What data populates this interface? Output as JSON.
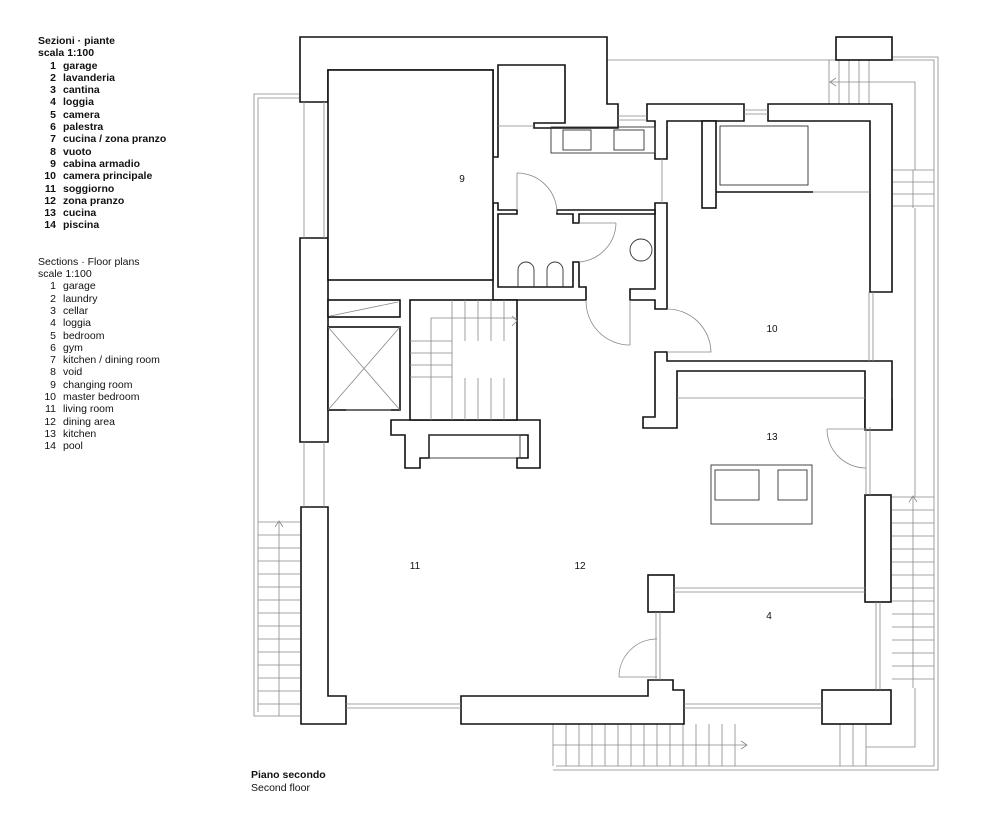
{
  "legend_it": {
    "title": "Sezioni · piante",
    "scale": "scala 1:100",
    "items": [
      {
        "n": "1",
        "label": "garage"
      },
      {
        "n": "2",
        "label": "lavanderia"
      },
      {
        "n": "3",
        "label": "cantina"
      },
      {
        "n": "4",
        "label": "loggia"
      },
      {
        "n": "5",
        "label": "camera"
      },
      {
        "n": "6",
        "label": "palestra"
      },
      {
        "n": "7",
        "label": "cucina / zona pranzo"
      },
      {
        "n": "8",
        "label": "vuoto"
      },
      {
        "n": "9",
        "label": "cabina armadio"
      },
      {
        "n": "10",
        "label": "camera principale"
      },
      {
        "n": "11",
        "label": "soggiorno"
      },
      {
        "n": "12",
        "label": "zona pranzo"
      },
      {
        "n": "13",
        "label": "cucina"
      },
      {
        "n": "14",
        "label": "piscina"
      }
    ]
  },
  "legend_en": {
    "title": "Sections · Floor plans",
    "scale": "scale 1:100",
    "items": [
      {
        "n": "1",
        "label": "garage"
      },
      {
        "n": "2",
        "label": "laundry"
      },
      {
        "n": "3",
        "label": "cellar"
      },
      {
        "n": "4",
        "label": "loggia"
      },
      {
        "n": "5",
        "label": "bedroom"
      },
      {
        "n": "6",
        "label": "gym"
      },
      {
        "n": "7",
        "label": "kitchen / dining room"
      },
      {
        "n": "8",
        "label": "void"
      },
      {
        "n": "9",
        "label": "changing room"
      },
      {
        "n": "10",
        "label": "master bedroom"
      },
      {
        "n": "11",
        "label": "living room"
      },
      {
        "n": "12",
        "label": "dining area"
      },
      {
        "n": "13",
        "label": "kitchen"
      },
      {
        "n": "14",
        "label": "pool"
      }
    ]
  },
  "plan": {
    "rooms": {
      "r9": "9",
      "r10": "10",
      "r13": "13",
      "r11": "11",
      "r12": "12",
      "r4": "4"
    }
  },
  "caption": {
    "title_it": "Piano secondo",
    "title_en": "Second floor"
  }
}
